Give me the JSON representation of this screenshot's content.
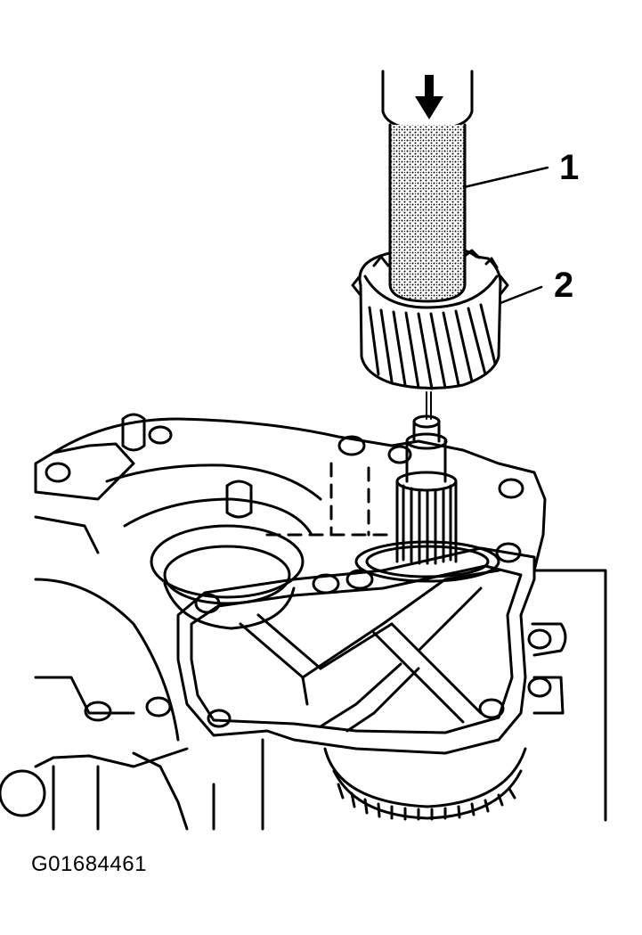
{
  "callouts": {
    "tool": "1",
    "gear": "2"
  },
  "figure_id": "G01684461",
  "colors": {
    "ink": "#000000",
    "paper": "#ffffff"
  }
}
